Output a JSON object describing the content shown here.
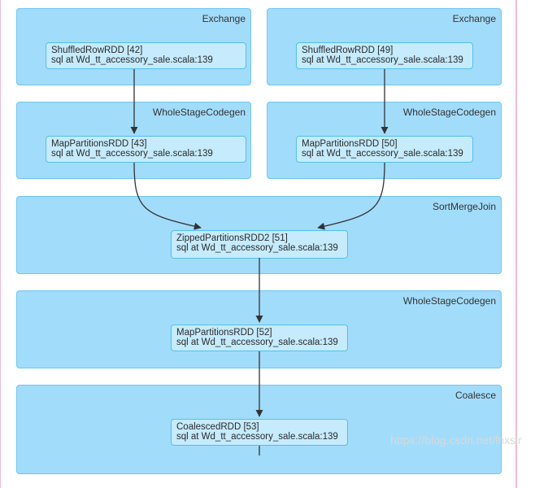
{
  "stages": {
    "exchange_left": {
      "title": "Exchange"
    },
    "exchange_right": {
      "title": "Exchange"
    },
    "wsc_left": {
      "title": "WholeStageCodegen"
    },
    "wsc_right": {
      "title": "WholeStageCodegen"
    },
    "sort_merge_join": {
      "title": "SortMergeJoin"
    },
    "wsc_bottom": {
      "title": "WholeStageCodegen"
    },
    "coalesce": {
      "title": "Coalesce"
    }
  },
  "rdds": {
    "shuffled_42": {
      "name": "ShuffledRowRDD [42]",
      "callsite": "sql at Wd_tt_accessory_sale.scala:139"
    },
    "shuffled_49": {
      "name": "ShuffledRowRDD [49]",
      "callsite": "sql at Wd_tt_accessory_sale.scala:139"
    },
    "map_43": {
      "name": "MapPartitionsRDD [43]",
      "callsite": "sql at Wd_tt_accessory_sale.scala:139"
    },
    "map_50": {
      "name": "MapPartitionsRDD [50]",
      "callsite": "sql at Wd_tt_accessory_sale.scala:139"
    },
    "zipped_51": {
      "name": "ZippedPartitionsRDD2 [51]",
      "callsite": "sql at Wd_tt_accessory_sale.scala:139"
    },
    "map_52": {
      "name": "MapPartitionsRDD [52]",
      "callsite": "sql at Wd_tt_accessory_sale.scala:139"
    },
    "coalesced_53": {
      "name": "CoalescedRDD [53]",
      "callsite": "sql at Wd_tt_accessory_sale.scala:139"
    }
  },
  "watermark": "https://blog.csdn.net/lhxsir"
}
